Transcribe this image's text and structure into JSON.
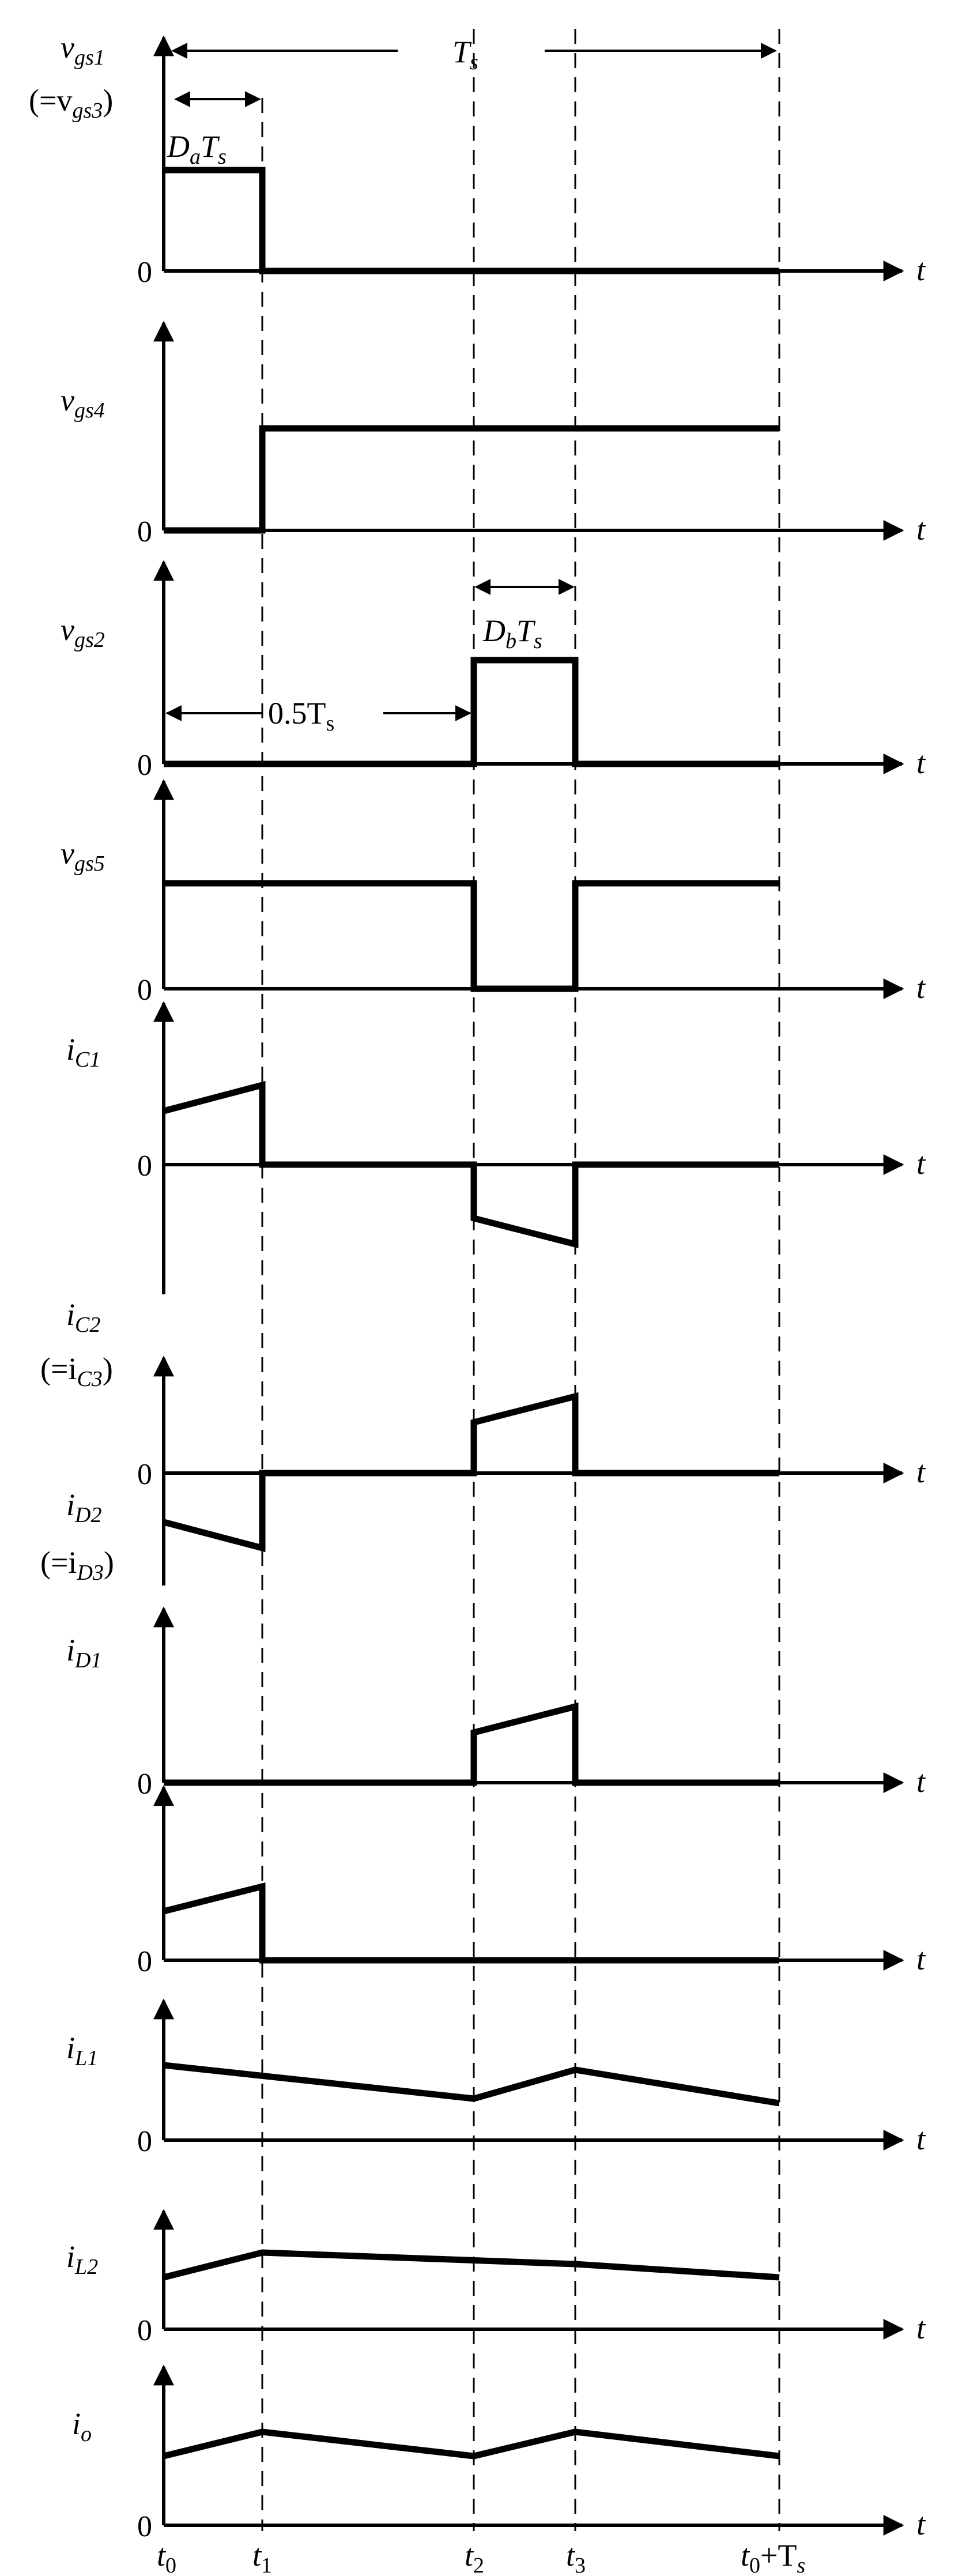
{
  "colors": {
    "stroke": "#000000",
    "background": "#ffffff"
  },
  "period_label": {
    "main": "T",
    "sub": "s"
  },
  "duty_a_label": {
    "main": "D",
    "sub1": "a",
    "mid": "T",
    "sub2": "s"
  },
  "duty_b_label": {
    "main": "D",
    "sub1": "b",
    "mid": "T",
    "sub2": "s"
  },
  "half_period_label": {
    "main": "0.5T",
    "sub": "s"
  },
  "time_axis_label": "t",
  "zero_label": "0",
  "time_labels": [
    {
      "main": "t",
      "sub": "0",
      "suffix": ""
    },
    {
      "main": "t",
      "sub": "1",
      "suffix": ""
    },
    {
      "main": "t",
      "sub": "2",
      "suffix": ""
    },
    {
      "main": "t",
      "sub": "3",
      "suffix": ""
    },
    {
      "main": "t",
      "sub": "0",
      "suffix": "+T",
      "suffix_sub": "s"
    }
  ],
  "signals": {
    "vgs1": {
      "main": "v",
      "sub": "gs1",
      "alt_open": "(=v",
      "alt_sub": "gs3",
      "alt_close": ")"
    },
    "vgs4": {
      "main": "v",
      "sub": "gs4"
    },
    "vgs2": {
      "main": "v",
      "sub": "gs2"
    },
    "vgs5": {
      "main": "v",
      "sub": "gs5"
    },
    "iC1": {
      "main": "i",
      "sub": "C1"
    },
    "iC2": {
      "main": "i",
      "sub": "C2",
      "alt_open": "(=i",
      "alt_sub": "C3",
      "alt_close": ")"
    },
    "iD2": {
      "main": "i",
      "sub": "D2",
      "alt_open": "(=i",
      "alt_sub": "D3",
      "alt_close": ")"
    },
    "iD1": {
      "main": "i",
      "sub": "D1"
    },
    "iL1": {
      "main": "i",
      "sub": "L1"
    },
    "iL2": {
      "main": "i",
      "sub": "L2"
    },
    "io": {
      "main": "i",
      "sub": "o"
    }
  }
}
